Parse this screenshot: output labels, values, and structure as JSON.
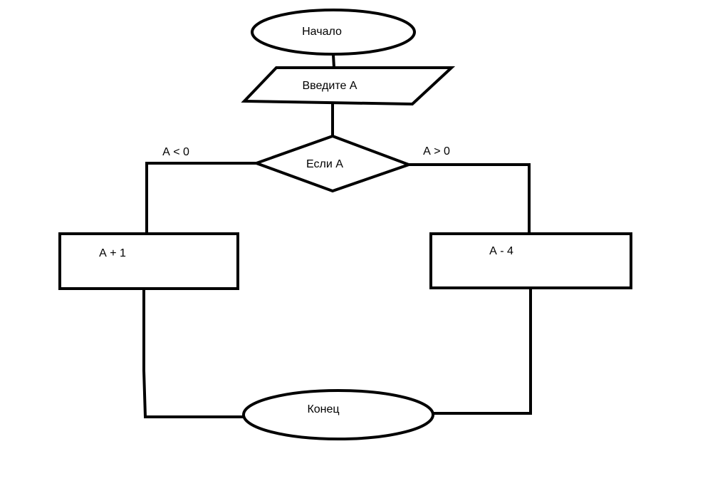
{
  "flowchart": {
    "start": {
      "label": "Начало"
    },
    "input": {
      "label": "Введите А"
    },
    "decision": {
      "label": "Если А"
    },
    "branch_left": {
      "condition": "А < 0",
      "action": "А + 1"
    },
    "branch_right": {
      "condition": "А > 0",
      "action": "А - 4"
    },
    "end": {
      "label": "Конец"
    }
  }
}
